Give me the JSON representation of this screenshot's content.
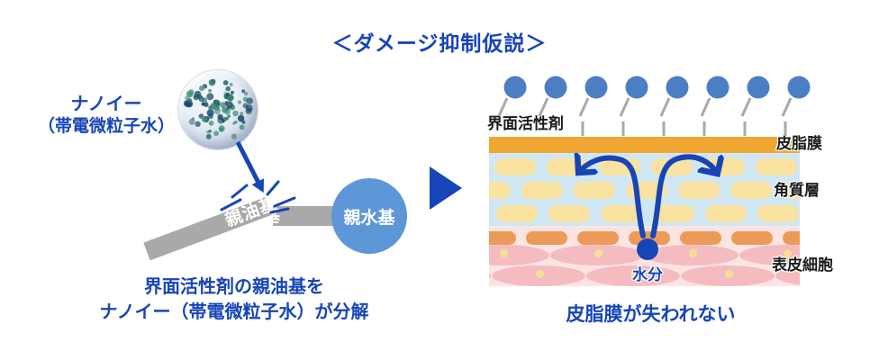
{
  "title": "＜ダメージ抑制仮説＞",
  "colors": {
    "accent_blue": "#1745b8",
    "hydrophilic_circle": "#5d97d8",
    "surfactant_head": "#4c7ec3",
    "bar_gray": "#a9a9a9",
    "sebum_orange": "#f0a732",
    "corneum_bg": "#cfe7f3",
    "corneocyte_yellow": "#fae3a1",
    "granular_orange": "#ec9a55",
    "epidermis_bg": "#fce4e4",
    "cell_pink": "#f4bcc0",
    "nucleus_yellow": "#f6df92",
    "label_black": "#1a1a1a",
    "particle_colors": [
      "#2e6b6b",
      "#1f4d73",
      "#2a7d68",
      "#173f66",
      "#3b8a7a",
      "#4f9b85"
    ]
  },
  "left_panel": {
    "nanoe_line1": "ナノイー",
    "nanoe_line2": "（帯電微粒子水）",
    "lipophilic_label": "親油基",
    "lipophilic_fragment": "基",
    "hydrophilic_label": "親水基",
    "caption_line1": "界面活性剤の親油基を",
    "caption_line2": "ナノイー（帯電微粒子水）が分解"
  },
  "right_panel": {
    "surfactant_label": "界面活性剤",
    "surfactant_count": 8,
    "sebum_label": "皮脂膜",
    "corneum_label": "角質層",
    "epidermis_label": "表皮細胞",
    "moisture_label": "水分",
    "caption": "皮脂膜が失われない"
  }
}
